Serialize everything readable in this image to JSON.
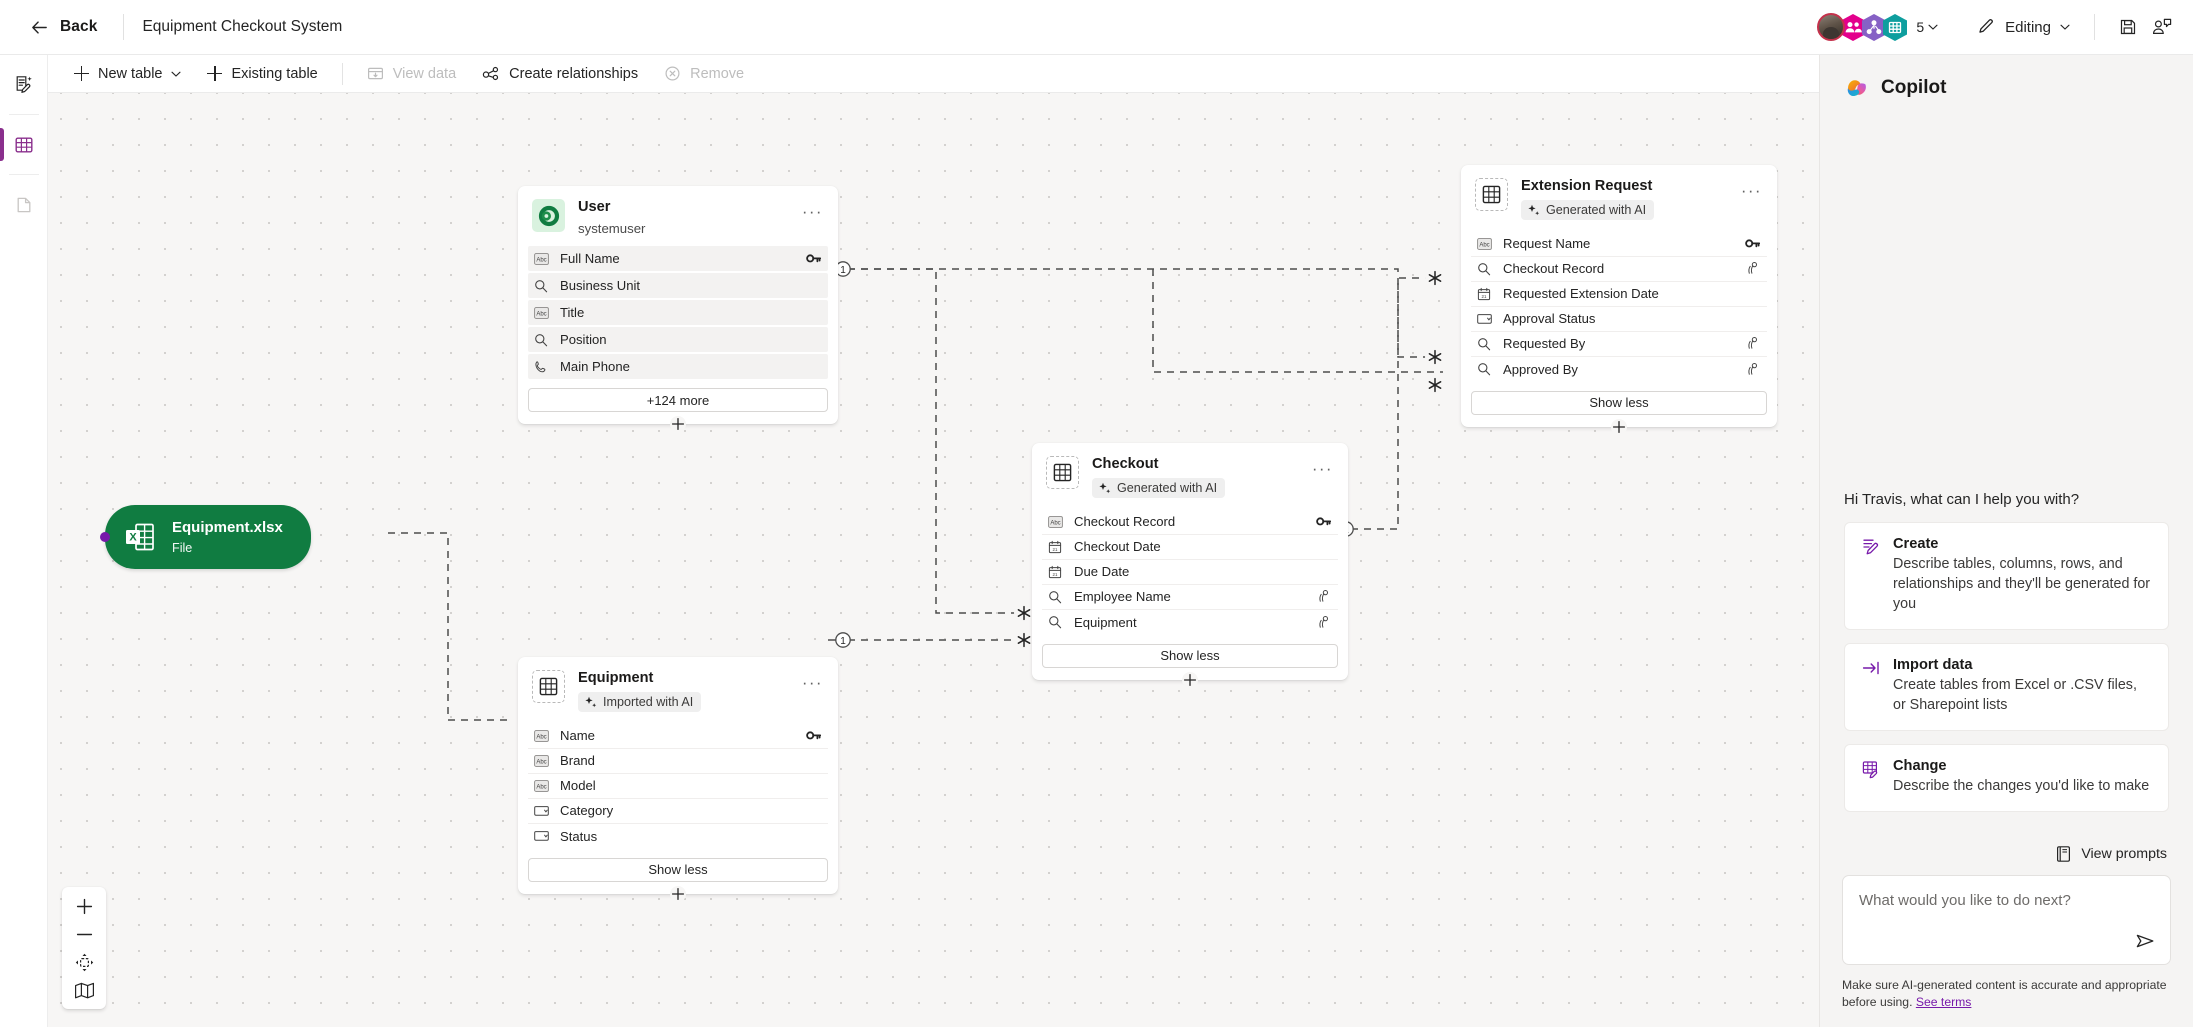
{
  "topbar": {
    "back_label": "Back",
    "app_title": "Equipment Checkout System",
    "presence_count": "5",
    "edit_mode_label": "Editing",
    "save_icon": "save-icon",
    "feedback_icon": "feedback-icon",
    "back_icon": "arrow-left-icon",
    "pencil_icon": "pencil-icon"
  },
  "rail": {
    "items": [
      {
        "name": "ai-pages-icon",
        "selected": false
      },
      {
        "name": "tables-icon",
        "selected": true
      },
      {
        "name": "pages-icon",
        "selected": false
      }
    ]
  },
  "toolbar": {
    "new_table": "New table",
    "existing_table": "Existing table",
    "view_data": "View data",
    "create_relationships": "Create relationships",
    "remove": "Remove",
    "view_data_disabled": true,
    "remove_disabled": true
  },
  "canvas": {
    "file_node": {
      "name": "Equipment.xlsx",
      "type": "File",
      "color": "#107c41",
      "icon": "excel-file-icon"
    },
    "tables": [
      {
        "id": "user",
        "title": "User",
        "subtitle": "systemuser",
        "badge": null,
        "icon_style": "dataverse-user",
        "fields": [
          {
            "name": "Full Name",
            "icon": "text-field-icon",
            "key": true,
            "lookup": false
          },
          {
            "name": "Business Unit",
            "icon": "lookup-field-icon",
            "key": false,
            "lookup": false
          },
          {
            "name": "Title",
            "icon": "text-field-icon",
            "key": false,
            "lookup": false
          },
          {
            "name": "Position",
            "icon": "lookup-field-icon",
            "key": false,
            "lookup": false
          },
          {
            "name": "Main Phone",
            "icon": "phone-field-icon",
            "key": false,
            "lookup": false
          }
        ],
        "footer_button": "+124 more",
        "style": "zebra"
      },
      {
        "id": "extension-request",
        "title": "Extension Request",
        "subtitle": null,
        "badge": "Generated with AI",
        "icon_style": "grid",
        "fields": [
          {
            "name": "Request Name",
            "icon": "text-field-icon",
            "key": true,
            "lookup": false
          },
          {
            "name": "Checkout Record",
            "icon": "lookup-field-icon",
            "key": false,
            "lookup": true
          },
          {
            "name": "Requested Extension Date",
            "icon": "date-field-icon",
            "key": false,
            "lookup": false
          },
          {
            "name": "Approval Status",
            "icon": "choice-field-icon",
            "key": false,
            "lookup": false
          },
          {
            "name": "Requested By",
            "icon": "lookup-field-icon",
            "key": false,
            "lookup": true
          },
          {
            "name": "Approved By",
            "icon": "lookup-field-icon",
            "key": false,
            "lookup": true
          }
        ],
        "footer_button": "Show less",
        "style": "lined"
      },
      {
        "id": "checkout",
        "title": "Checkout",
        "subtitle": null,
        "badge": "Generated with AI",
        "icon_style": "grid",
        "fields": [
          {
            "name": "Checkout Record",
            "icon": "text-field-icon",
            "key": true,
            "lookup": false
          },
          {
            "name": "Checkout Date",
            "icon": "date-field-icon",
            "key": false,
            "lookup": false
          },
          {
            "name": "Due Date",
            "icon": "date-field-icon",
            "key": false,
            "lookup": false
          },
          {
            "name": "Employee Name",
            "icon": "lookup-field-icon",
            "key": false,
            "lookup": true
          },
          {
            "name": "Equipment",
            "icon": "lookup-field-icon",
            "key": false,
            "lookup": true
          }
        ],
        "footer_button": "Show less",
        "style": "lined"
      },
      {
        "id": "equipment",
        "title": "Equipment",
        "subtitle": null,
        "badge": "Imported with AI",
        "icon_style": "grid",
        "fields": [
          {
            "name": "Name",
            "icon": "text-field-icon",
            "key": true,
            "lookup": false
          },
          {
            "name": "Brand",
            "icon": "text-field-icon",
            "key": false,
            "lookup": false
          },
          {
            "name": "Model",
            "icon": "text-field-icon",
            "key": false,
            "lookup": false
          },
          {
            "name": "Category",
            "icon": "choice-field-icon",
            "key": false,
            "lookup": false
          },
          {
            "name": "Status",
            "icon": "choice-field-icon",
            "key": false,
            "lookup": false
          }
        ],
        "footer_button": "Show less",
        "style": "lined"
      }
    ],
    "relationship_markers": {
      "one": "1",
      "many": "*"
    },
    "zoom_controls": [
      {
        "name": "zoom-in-icon"
      },
      {
        "name": "zoom-out-icon"
      },
      {
        "name": "fit-to-view-icon"
      },
      {
        "name": "minimap-icon"
      }
    ]
  },
  "copilot": {
    "title": "Copilot",
    "greeting": "Hi Travis, what can I help you with?",
    "suggestions": [
      {
        "icon": "create-pencil-icon",
        "title": "Create",
        "desc": "Describe tables, columns, rows, and relationships and they'll be generated for you"
      },
      {
        "icon": "import-arrow-icon",
        "title": "Import data",
        "desc": "Create tables from Excel or .CSV files, or Sharepoint lists"
      },
      {
        "icon": "change-table-icon",
        "title": "Change",
        "desc": "Describe the changes you'd like to make"
      }
    ],
    "view_prompts": "View prompts",
    "composer_placeholder": "What would you like to do next?",
    "disclaimer": "Make sure AI-generated content is accurate and appropriate before using. ",
    "terms_link": "See terms",
    "accent": "#7719aa"
  }
}
